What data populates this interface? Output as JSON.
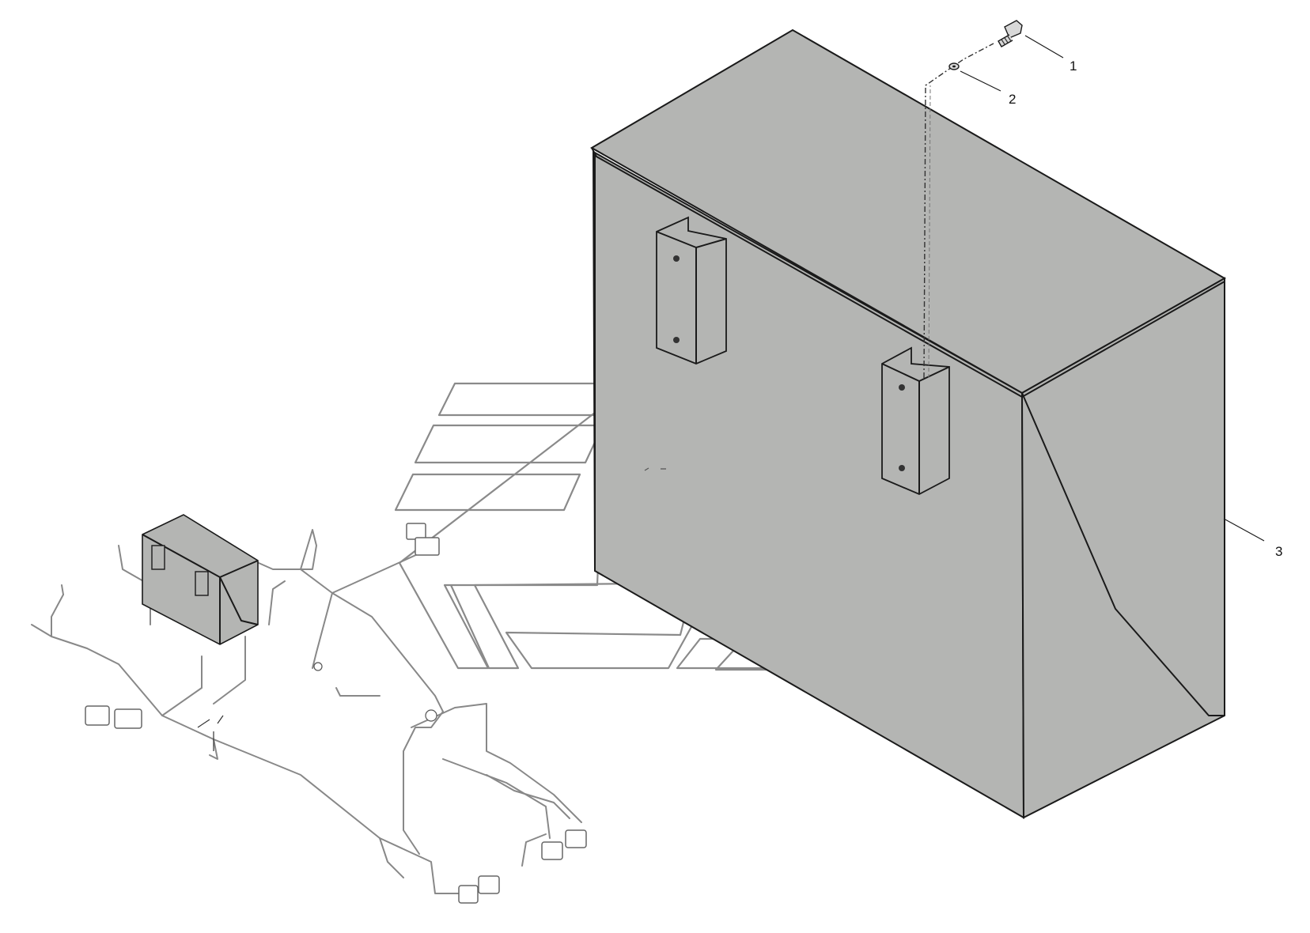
{
  "callouts": [
    {
      "number": "1",
      "part": "bolt"
    },
    {
      "number": "2",
      "part": "washer"
    },
    {
      "number": "3",
      "part": "box"
    }
  ],
  "colors": {
    "box_fill": "#b4b5b3",
    "edge": "#1a1a1a",
    "watermark": "#8a8a8a",
    "harness": "#888888"
  },
  "icons": [
    "bolt-icon",
    "washer-icon"
  ]
}
